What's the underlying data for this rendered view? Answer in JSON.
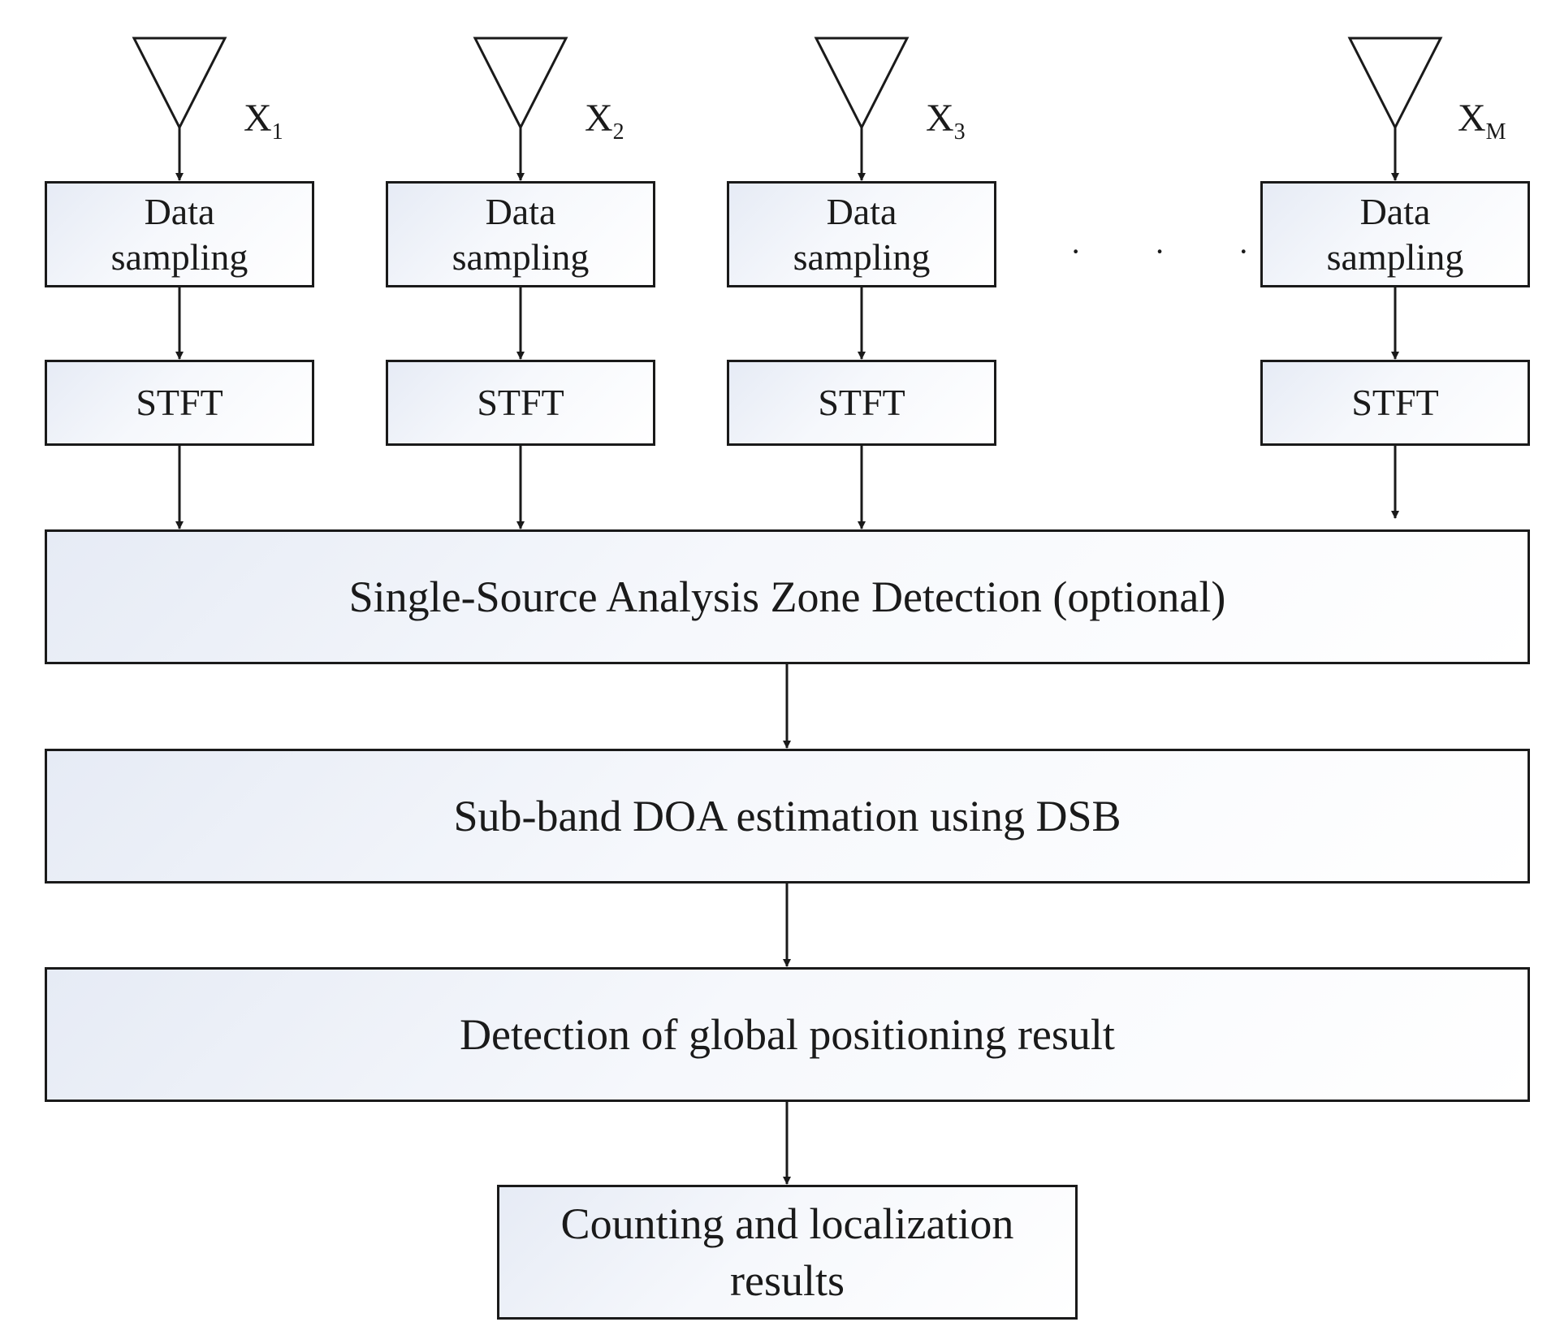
{
  "antennas": [
    {
      "name": "X",
      "sub": "1"
    },
    {
      "name": "X",
      "sub": "2"
    },
    {
      "name": "X",
      "sub": "3"
    },
    {
      "name": "X",
      "sub": "M"
    }
  ],
  "channel": {
    "sampling_line1": "Data",
    "sampling_line2": "sampling",
    "stft_label": "STFT"
  },
  "ellipsis": "· · ·",
  "stages": {
    "zone_detection": "Single-Source Analysis Zone Detection (optional)",
    "doa_estimation": "Sub-band DOA estimation using DSB",
    "global_detection": "Detection of global positioning result"
  },
  "result": {
    "line1": "Counting and localization",
    "line2": "results"
  }
}
